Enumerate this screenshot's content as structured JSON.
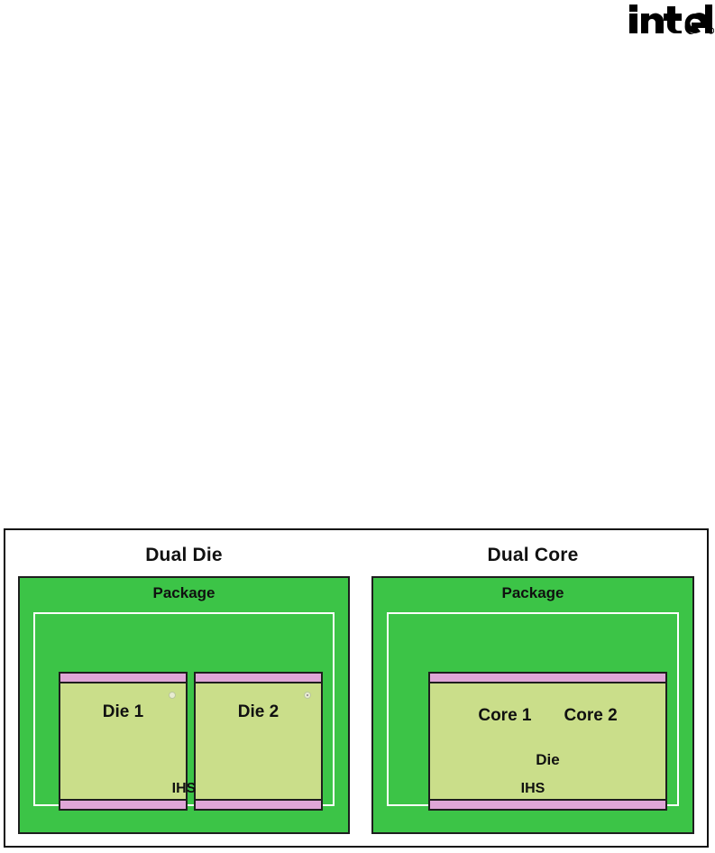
{
  "logo": {
    "wordmark": "intel",
    "registered_mark": "®"
  },
  "figure": {
    "panels": [
      {
        "id": "dual-die",
        "title": "Dual Die",
        "package_label": "Package",
        "ihs_label": "IHS",
        "dies": [
          {
            "label": "Die 1"
          },
          {
            "label": "Die 2"
          }
        ]
      },
      {
        "id": "dual-core",
        "title": "Dual Core",
        "package_label": "Package",
        "ihs_label": "IHS",
        "die_label": "Die",
        "cores": [
          {
            "label": "Core 1"
          },
          {
            "label": "Core 2"
          }
        ]
      }
    ]
  },
  "colors": {
    "package_green": "#3cc447",
    "die_green": "#cade8a",
    "strip_pink": "#dfa6d7",
    "outline_black": "#1e1e1e",
    "ihs_white": "#ffffff",
    "page_background": "#ffffff"
  }
}
